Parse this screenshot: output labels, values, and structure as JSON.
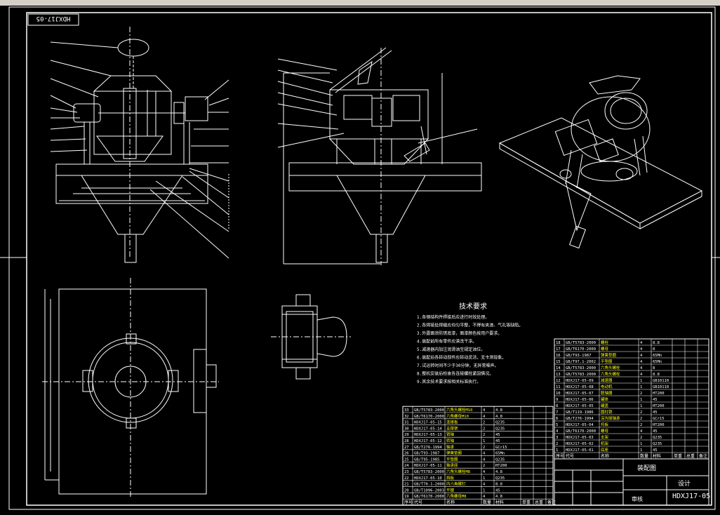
{
  "drawing": {
    "code": "HDXJ17-05",
    "code_flipped": "HDXJ17-05",
    "tech_title": "技术要求",
    "tech_notes": [
      "1.各钢结构件焊接后应进行时效处理。",
      "2.各焊接处焊缝应均匀平整，不得有夹渣、气孔等缺陷。",
      "3.外露面涂防锈底漆，面漆颜色按用户要求。",
      "4.装配前所有零件应清洗干净。",
      "5.减速器内加注润滑油至规定油位。",
      "6.装配后各转动部件应转动灵活，无卡滞现象。",
      "7.试运转时间不少于30分钟，无异常噪声。",
      "8.整机安装后检查各连接螺栓紧固情况。",
      "9.其余技术要求按相关标准执行。"
    ],
    "assembly_label": "装配图",
    "design_label": "设计",
    "check_label": "审核"
  },
  "bom_left": [
    {
      "no": "33",
      "code": "GB/T5783-2000",
      "name": "六角头螺栓M10",
      "qty": "4",
      "mat": "4.8"
    },
    {
      "no": "32",
      "code": "GB/T6170-2000",
      "name": "六角螺母M10",
      "qty": "4",
      "mat": "4.8"
    },
    {
      "no": "31",
      "code": "HDXJ17-05-15",
      "name": "连接板",
      "qty": "2",
      "mat": "Q235"
    },
    {
      "no": "30",
      "code": "HDXJ17-05-14",
      "name": "支撑架",
      "qty": "2",
      "mat": "Q235"
    },
    {
      "no": "29",
      "code": "HDXJ17-05-13",
      "name": "销轴",
      "qty": "2",
      "mat": "45"
    },
    {
      "no": "28",
      "code": "HDXJ17-05-12",
      "name": "转轴",
      "qty": "1",
      "mat": "45"
    },
    {
      "no": "27",
      "code": "GB/T276-1994",
      "name": "轴承",
      "qty": "2",
      "mat": "GCr15"
    },
    {
      "no": "26",
      "code": "GB/T93-1987",
      "name": "弹簧垫圈",
      "qty": "4",
      "mat": "65Mn"
    },
    {
      "no": "25",
      "code": "GB/T95-1985",
      "name": "平垫圈",
      "qty": "4",
      "mat": "Q235"
    },
    {
      "no": "24",
      "code": "HDXJ17-05-11",
      "name": "轴承座",
      "qty": "2",
      "mat": "HT200"
    },
    {
      "no": "23",
      "code": "GB/T5783-2000",
      "name": "六角头螺栓M8",
      "qty": "4",
      "mat": "4.8"
    },
    {
      "no": "22",
      "code": "HDXJ17-05-10",
      "name": "挡板",
      "qty": "1",
      "mat": "Q235"
    },
    {
      "no": "21",
      "code": "GB/T70.1-2000",
      "name": "内六角螺钉",
      "qty": "4",
      "mat": "8.8"
    },
    {
      "no": "20",
      "code": "GB/T1096-2003",
      "name": "平键",
      "qty": "1",
      "mat": "45"
    },
    {
      "no": "19",
      "code": "GB/T6170-2000",
      "name": "六角螺母M8",
      "qty": "4",
      "mat": "4.8"
    }
  ],
  "bom_right": [
    {
      "no": "18",
      "code": "GB/T5783-2000",
      "name": "螺栓",
      "qty": "4",
      "mat": "8.8"
    },
    {
      "no": "17",
      "code": "GB/T6170-2000",
      "name": "螺母",
      "qty": "4",
      "mat": "8"
    },
    {
      "no": "16",
      "code": "GB/T93-1987",
      "name": "弹簧垫圈",
      "qty": "4",
      "mat": "65Mn"
    },
    {
      "no": "15",
      "code": "GB/T97.1-2002",
      "name": "平垫圈",
      "qty": "4",
      "mat": "65Mn"
    },
    {
      "no": "14",
      "code": "GB/T5783-2000",
      "name": "六角头螺栓",
      "qty": "4",
      "mat": "8"
    },
    {
      "no": "13",
      "code": "GB/T5783-2000",
      "name": "六角头螺栓",
      "qty": "4",
      "mat": "8.8"
    },
    {
      "no": "12",
      "code": "HDXJ17-05-09",
      "name": "减速器",
      "qty": "1",
      "mat": "GB10110"
    },
    {
      "no": "11",
      "code": "HDXJ17-05-08",
      "name": "电动机",
      "qty": "1",
      "mat": "GB10110"
    },
    {
      "no": "10",
      "code": "HDXJ17-05-07",
      "name": "联轴器",
      "qty": "2",
      "mat": "HT200"
    },
    {
      "no": "9",
      "code": "HDXJ17-05-06",
      "name": "罐体",
      "qty": "1",
      "mat": "45"
    },
    {
      "no": "8",
      "code": "HDXJ17-05-05",
      "name": "罐盖",
      "qty": "1",
      "mat": "HT200"
    },
    {
      "no": "7",
      "code": "GB/T119-1986",
      "name": "圆柱销",
      "qty": "2",
      "mat": "45"
    },
    {
      "no": "6",
      "code": "GB/T276-1994",
      "name": "深沟球轴承",
      "qty": "2",
      "mat": "GCr15"
    },
    {
      "no": "5",
      "code": "HDXJ17-05-04",
      "name": "托板",
      "qty": "2",
      "mat": "HT200"
    },
    {
      "no": "4",
      "code": "GB/T6170-2000",
      "name": "螺母",
      "qty": "4",
      "mat": "45"
    },
    {
      "no": "3",
      "code": "HDXJ17-05-03",
      "name": "支架",
      "qty": "2",
      "mat": "Q235"
    },
    {
      "no": "2",
      "code": "HDXJ17-05-02",
      "name": "机架",
      "qty": "1",
      "mat": "Q235"
    },
    {
      "no": "1",
      "code": "HDXJ17-05-01",
      "name": "底座",
      "qty": "1",
      "mat": "45"
    }
  ],
  "bom_headers": [
    "序号",
    "代号",
    "名称",
    "数量",
    "材料",
    "单重",
    "总重",
    "备注"
  ],
  "colors": {
    "line": "#ffffff",
    "accent": "#ffff00",
    "cyan": "#00ffff",
    "bg": "#000000"
  }
}
